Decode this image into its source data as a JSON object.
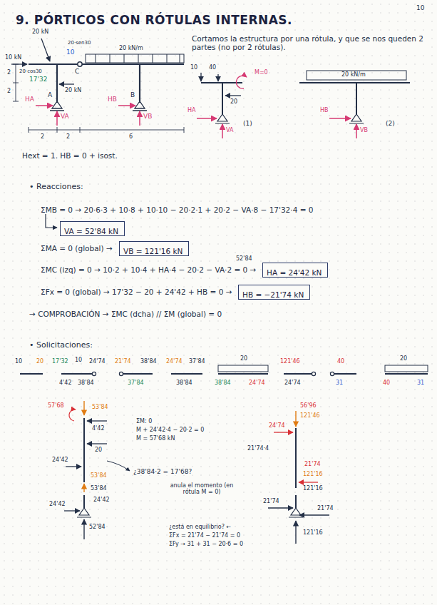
{
  "diagram": {
    "title": "9. PÓRTICOS CON RÓTULAS INTERNAS.",
    "nodes": [
      {
        "text": [
          "VA = 52'84 kN"
        ]
      },
      {
        "text": [
          "VB = 121'16 kN"
        ]
      },
      {
        "text": [
          "HA = 24'42 kN"
        ]
      },
      {
        "text": [
          "HB = −21'74 kN"
        ]
      }
    ],
    "labels": [
      "10",
      "20 kN",
      "10 kN",
      "20·sen30",
      "10",
      "20·cos30",
      "17'32",
      "C",
      "20 kN/m",
      "20 kN",
      "A",
      "B",
      "HA",
      "VA",
      "HB",
      "VB",
      "2",
      "2",
      "2",
      "2",
      "6",
      "Cortamos la estructura por una rótula, y que se nos queden 2 partes (no por 2 rótulas).",
      "10",
      "40",
      "M=0",
      "20",
      "HA",
      "VA",
      "(1)",
      "20 kN/m",
      "HB",
      "VB",
      "(2)",
      "Hext = 1.  HB = 0 + isost.",
      "• Reacciones:",
      "ΣMB = 0 → 20·6·3 + 10·8 + 10·10 − 20·2·1 + 20·2 − VA·8 − 17'32·4 = 0",
      "ΣMA = 0 (global) →",
      "ΣMC (izq) = 0 → 10·2 + 10·4 + HA·4 − 20·2 − VA·2 = 0 →",
      "52'84",
      "ΣFx = 0 (global) → 17'32 − 20 + 24'42 + HB = 0 →",
      "→ COMPROBACIÓN → ΣMC (dcha) // ΣM (global) = 0",
      "• Solicitaciones:",
      "10",
      "20",
      "17'32",
      "10",
      "24'74",
      "4'42",
      "38'84",
      "21'74",
      "38'84",
      "37'84",
      "24'74",
      "37'84",
      "38'84",
      "20",
      "38'84",
      "24'74",
      "121'46",
      "24'74",
      "40",
      "31",
      "20",
      "40",
      "31",
      "57'68",
      "53'84",
      "4'42",
      "20",
      "24'42",
      "53'84",
      "53'84",
      "24'42",
      "24'42",
      "52'84",
      "ΣM: 0",
      "M + 24'42·4 − 20·2 = 0",
      "M = 57'68 kN",
      "¿38'84·2 = 17'68?",
      "anula el momento (en rótula M = 0)",
      "¿está en equilibrio? ←",
      "ΣFx = 21'74 − 21'74 = 0",
      "ΣFy → 31 + 31 − 20·6 = 0",
      "56'96",
      "121'46",
      "24'74",
      "21'74·4",
      "21'74",
      "121'16",
      "121'16",
      "21'74",
      "21'74",
      "121'16"
    ]
  }
}
